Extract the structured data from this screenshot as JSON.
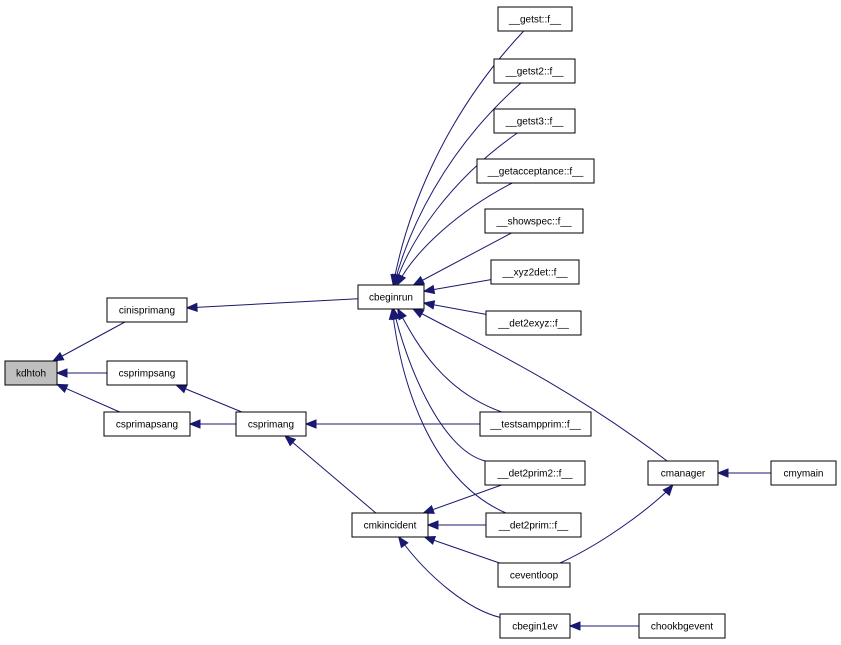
{
  "diagram": {
    "colors": {
      "edge": "#191970",
      "node_border": "#000000",
      "node_fill": "#ffffff",
      "focus_fill": "#bfbfbf"
    },
    "nodes": [
      {
        "id": "kdhtoh",
        "label": "kdhtoh",
        "focus": true
      },
      {
        "id": "cinisprimang",
        "label": "cinisprimang"
      },
      {
        "id": "csprimpsang",
        "label": "csprimpsang"
      },
      {
        "id": "csprimapsang",
        "label": "csprimapsang"
      },
      {
        "id": "csprimang",
        "label": "csprimang"
      },
      {
        "id": "cbeginrun",
        "label": "cbeginrun"
      },
      {
        "id": "cmkincident",
        "label": "cmkincident"
      },
      {
        "id": "getst",
        "label": "__getst::f__"
      },
      {
        "id": "getst2",
        "label": "__getst2::f__"
      },
      {
        "id": "getst3",
        "label": "__getst3::f__"
      },
      {
        "id": "getacceptance",
        "label": "__getacceptance::f__"
      },
      {
        "id": "showspec",
        "label": "__showspec::f__"
      },
      {
        "id": "xyz2det",
        "label": "__xyz2det::f__"
      },
      {
        "id": "det2exyz",
        "label": "__det2exyz::f__"
      },
      {
        "id": "testsampprim",
        "label": "__testsampprim::f__"
      },
      {
        "id": "det2prim2",
        "label": "__det2prim2::f__"
      },
      {
        "id": "det2prim",
        "label": "__det2prim::f__"
      },
      {
        "id": "ceventloop",
        "label": "ceventloop"
      },
      {
        "id": "cbegin1ev",
        "label": "cbegin1ev"
      },
      {
        "id": "chookbgevent",
        "label": "chookbgevent"
      },
      {
        "id": "cmanager",
        "label": "cmanager"
      },
      {
        "id": "cmymain",
        "label": "cmymain"
      }
    ],
    "edges": [
      {
        "from": "cinisprimang",
        "to": "kdhtoh"
      },
      {
        "from": "csprimpsang",
        "to": "kdhtoh"
      },
      {
        "from": "csprimapsang",
        "to": "kdhtoh"
      },
      {
        "from": "cbeginrun",
        "to": "cinisprimang"
      },
      {
        "from": "csprimang",
        "to": "csprimpsang"
      },
      {
        "from": "csprimang",
        "to": "csprimapsang"
      },
      {
        "from": "getst",
        "to": "cbeginrun"
      },
      {
        "from": "getst2",
        "to": "cbeginrun"
      },
      {
        "from": "getst3",
        "to": "cbeginrun"
      },
      {
        "from": "getacceptance",
        "to": "cbeginrun"
      },
      {
        "from": "showspec",
        "to": "cbeginrun"
      },
      {
        "from": "xyz2det",
        "to": "cbeginrun"
      },
      {
        "from": "det2exyz",
        "to": "cbeginrun"
      },
      {
        "from": "testsampprim",
        "to": "cbeginrun"
      },
      {
        "from": "det2prim2",
        "to": "cbeginrun"
      },
      {
        "from": "det2prim",
        "to": "cbeginrun"
      },
      {
        "from": "cmanager",
        "to": "cbeginrun"
      },
      {
        "from": "testsampprim",
        "to": "csprimang"
      },
      {
        "from": "cmkincident",
        "to": "csprimang"
      },
      {
        "from": "det2prim2",
        "to": "cmkincident"
      },
      {
        "from": "det2prim",
        "to": "cmkincident"
      },
      {
        "from": "ceventloop",
        "to": "cmkincident"
      },
      {
        "from": "cbegin1ev",
        "to": "cmkincident"
      },
      {
        "from": "chookbgevent",
        "to": "cbegin1ev"
      },
      {
        "from": "ceventloop",
        "to": "cmanager"
      },
      {
        "from": "cmymain",
        "to": "cmanager"
      }
    ]
  }
}
